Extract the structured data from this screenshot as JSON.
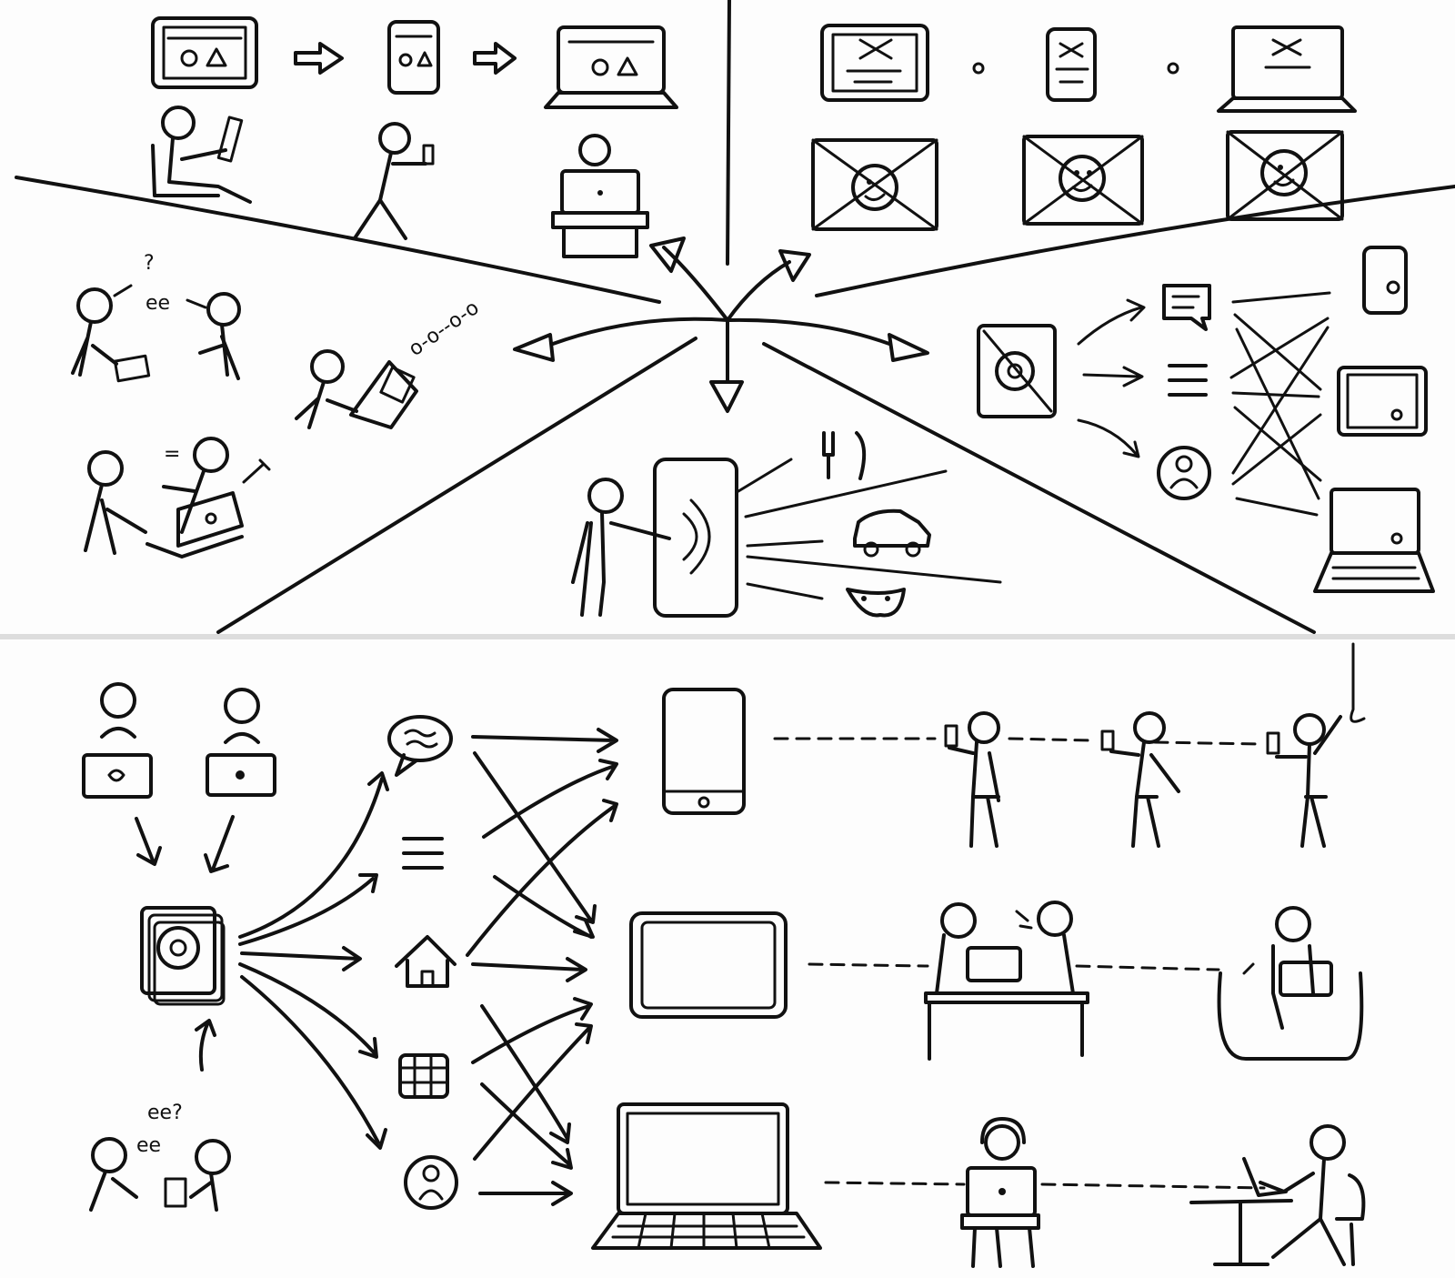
{
  "colors": {
    "ink": "#111111",
    "paper": "#fdfdfd",
    "divider": "#dddddd"
  },
  "scribbles": {
    "question": "?",
    "chatter_top": "ee",
    "chatter_bottom": "ee?",
    "chatter_bottom_2": "ee",
    "exclaim": "=",
    "data_stream": "o-o--o-o"
  },
  "panels": {
    "top": {
      "quadrant_top_left": [
        "tablet-icon",
        "arrow-icon",
        "phone-icon",
        "arrow-icon",
        "laptop-icon"
      ],
      "quadrant_top_right": [
        "tablet-wireframe-icon",
        "phone-wireframe-icon",
        "laptop-wireframe-icon",
        "face-photo-icon"
      ],
      "quadrant_left": [
        "people-talking",
        "person-with-laptop",
        "people-at-laptop"
      ],
      "quadrant_bottom": [
        "person-touching-tablet",
        "food-icon",
        "car-icon",
        "theater-mask-icon"
      ],
      "quadrant_right": [
        "content-module-icon",
        "chat-icon",
        "list-icon",
        "user-icon",
        "phone-icon",
        "tablet-icon",
        "laptop-icon"
      ]
    },
    "bottom": {
      "sources": [
        "person-at-laptop",
        "person-at-laptop",
        "people-talking"
      ],
      "hub": "content-module-icon",
      "content_types": [
        "chat-icon",
        "list-icon",
        "home-icon",
        "calendar-icon",
        "user-icon"
      ],
      "devices": [
        "phone-icon",
        "tablet-icon",
        "laptop-icon"
      ],
      "contexts": [
        "person-standing-phone",
        "people-at-desk",
        "person-in-armchair",
        "person-at-cafe"
      ]
    }
  }
}
